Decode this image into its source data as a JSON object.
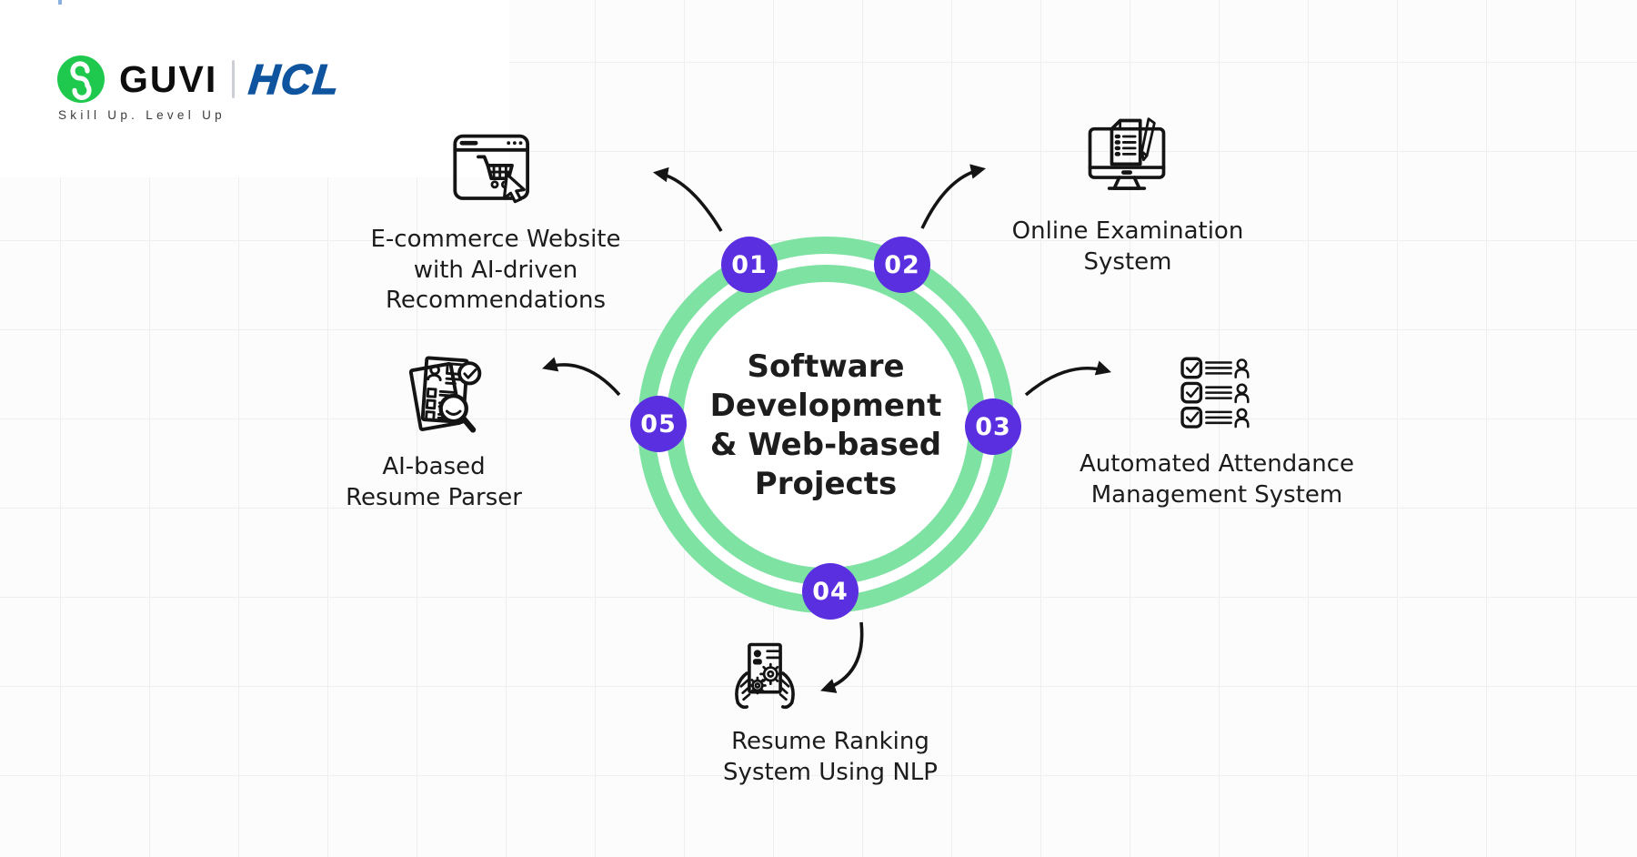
{
  "brand": {
    "guvi_wordmark": "GUVI",
    "hcl_wordmark": "HCL",
    "tagline": "Skill Up. Level Up",
    "colors": {
      "guvi_green": "#1fc94e",
      "hcl_blue": "#0f549f"
    }
  },
  "diagram": {
    "center_title_lines": [
      "Software",
      "Development",
      "& Web-based",
      "Projects"
    ],
    "colors": {
      "ring_green": "#7ee2a3",
      "badge_purple": "#5a2fe0",
      "ink": "#161616"
    },
    "items": [
      {
        "number": "01",
        "position": "top-left",
        "icon": "browser-shopping-cart-icon",
        "label_lines": [
          "E-commerce Website",
          "with AI-driven",
          "Recommendations"
        ]
      },
      {
        "number": "02",
        "position": "top-right",
        "icon": "exam-monitor-icon",
        "label_lines": [
          "Online Examination",
          "System"
        ]
      },
      {
        "number": "03",
        "position": "right",
        "icon": "attendance-checklist-icon",
        "label_lines": [
          "Automated Attendance",
          "Management System"
        ]
      },
      {
        "number": "04",
        "position": "bottom",
        "icon": "resume-gears-hands-icon",
        "label_lines": [
          "Resume Ranking",
          "System Using NLP"
        ]
      },
      {
        "number": "05",
        "position": "left",
        "icon": "resume-magnifier-icon",
        "label_lines": [
          "AI-based",
          "Resume Parser"
        ]
      }
    ]
  }
}
